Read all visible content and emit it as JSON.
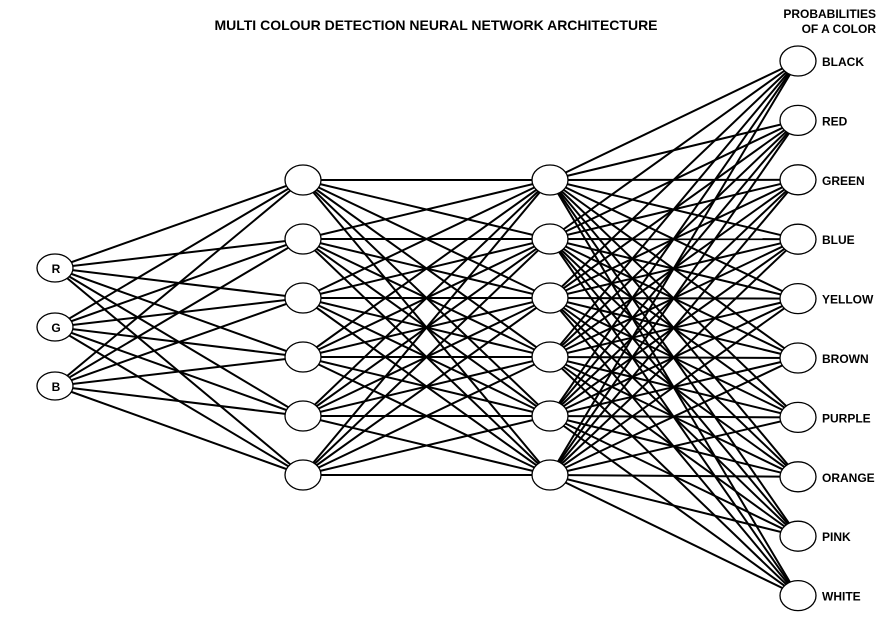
{
  "title": "MULTI COLOUR DETECTION NEURAL NETWORK ARCHITECTURE",
  "output_header": [
    "PROBABILITIES",
    "OF A COLOR"
  ],
  "layers": {
    "input": [
      {
        "label": "R",
        "color": "#ff0000"
      },
      {
        "label": "G",
        "color": "#008000"
      },
      {
        "label": "B",
        "color": "#000080"
      }
    ],
    "hidden1_count": 6,
    "hidden2_count": 6,
    "output": [
      "BLACK",
      "RED",
      "GREEN",
      "BLUE",
      "YELLOW",
      "BROWN",
      "PURPLE",
      "ORANGE",
      "PINK",
      "WHITE"
    ]
  },
  "connections": "fully-connected"
}
